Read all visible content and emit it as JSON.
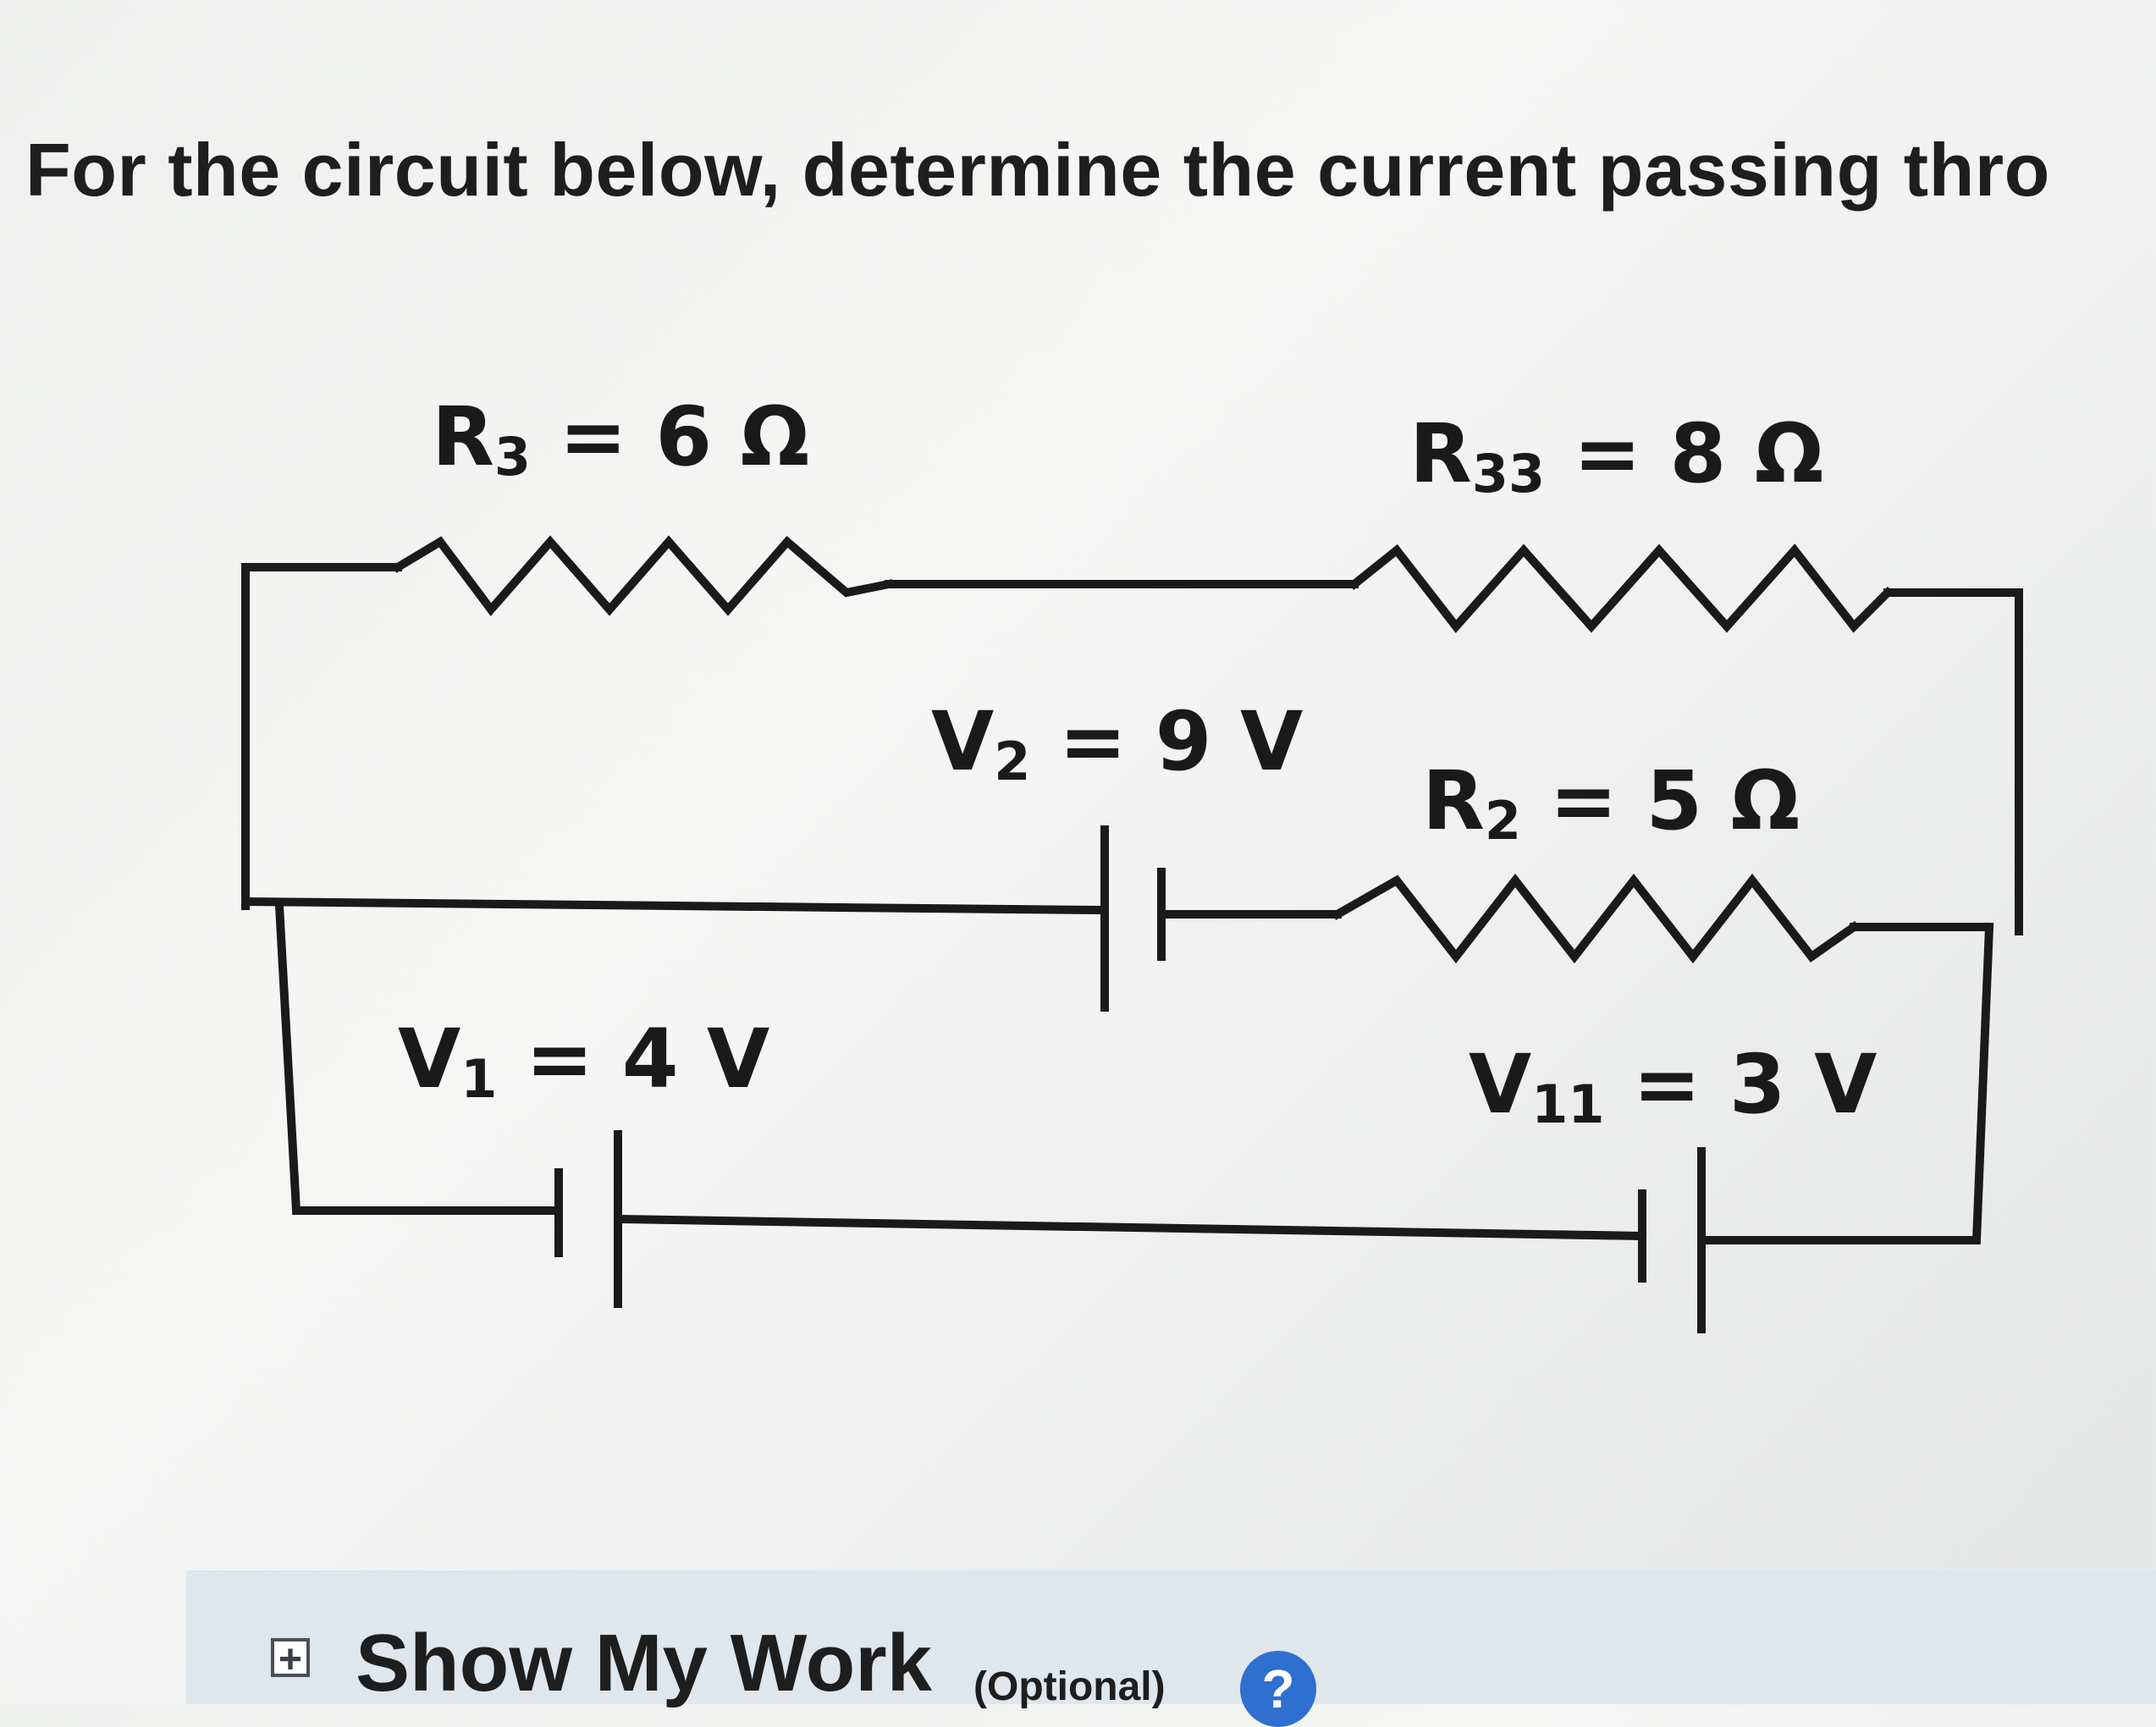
{
  "question": {
    "text": "For the circuit below, determine the current passing thro"
  },
  "circuit": {
    "r3": {
      "symbol": "R",
      "sub": "3",
      "value": "= 6 Ω"
    },
    "r33": {
      "symbol": "R",
      "sub": "33",
      "value": "= 8 Ω"
    },
    "v2": {
      "symbol": "V",
      "sub": "2",
      "value": "= 9 V"
    },
    "r2": {
      "symbol": "R",
      "sub": "2",
      "value": "= 5 Ω"
    },
    "v1": {
      "symbol": "V",
      "sub": "1",
      "value": "= 4 V"
    },
    "v11": {
      "symbol": "V",
      "sub": "11",
      "value": "= 3 V"
    }
  },
  "work_panel": {
    "expand_symbol": "+",
    "title": "Show My Work",
    "optional": "(Optional)",
    "help_symbol": "?"
  }
}
